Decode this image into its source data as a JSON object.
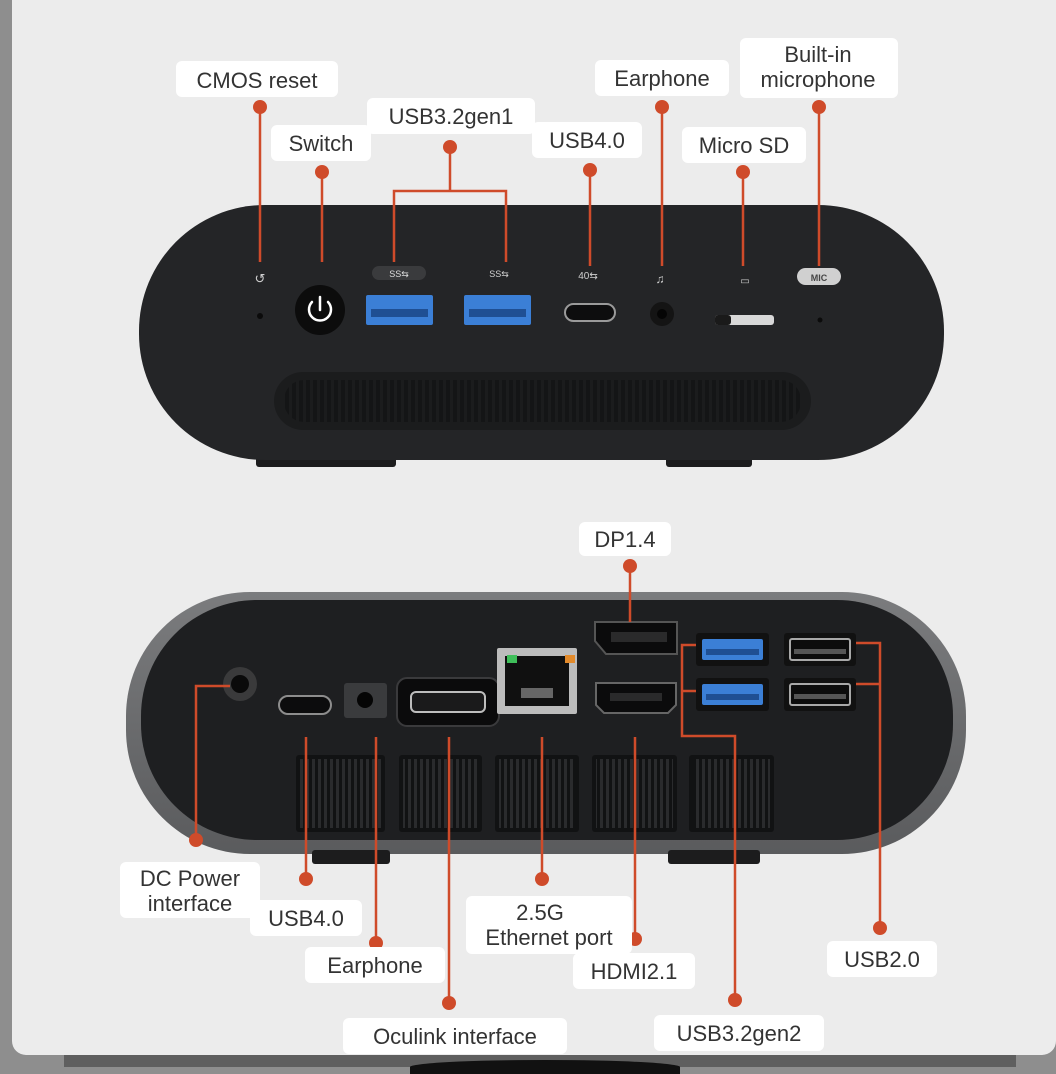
{
  "colors": {
    "background": "#ececec",
    "device_body": "#2b2c2e",
    "device_shell": "#6d6e70",
    "callout": "#cf4b2a",
    "usb3_blue": "#3b7fd6",
    "label_text": "#333333"
  },
  "front": {
    "labels": {
      "cmos_reset": "CMOS reset",
      "switch": "Switch",
      "usb32gen1": "USB3.2gen1",
      "usb40": "USB4.0",
      "earphone": "Earphone",
      "microsd": "Micro SD",
      "mic_line1": "Built-in",
      "mic_line2": "microphone"
    },
    "port_marks": {
      "ss_a": "SS⇆",
      "ss_b": "SS⇆",
      "usb4": "40⇆",
      "mic": "MIC"
    }
  },
  "rear": {
    "labels": {
      "dp14": "DP1.4",
      "dc_line1": "DC Power",
      "dc_line2": "interface",
      "usb40": "USB4.0",
      "earphone": "Earphone",
      "oculink": "Oculink interface",
      "eth_line1": "2.5G",
      "eth_line2": "Ethernet port",
      "hdmi21": "HDMI2.1",
      "usb32gen2": "USB3.2gen2",
      "usb20": "USB2.0"
    }
  }
}
